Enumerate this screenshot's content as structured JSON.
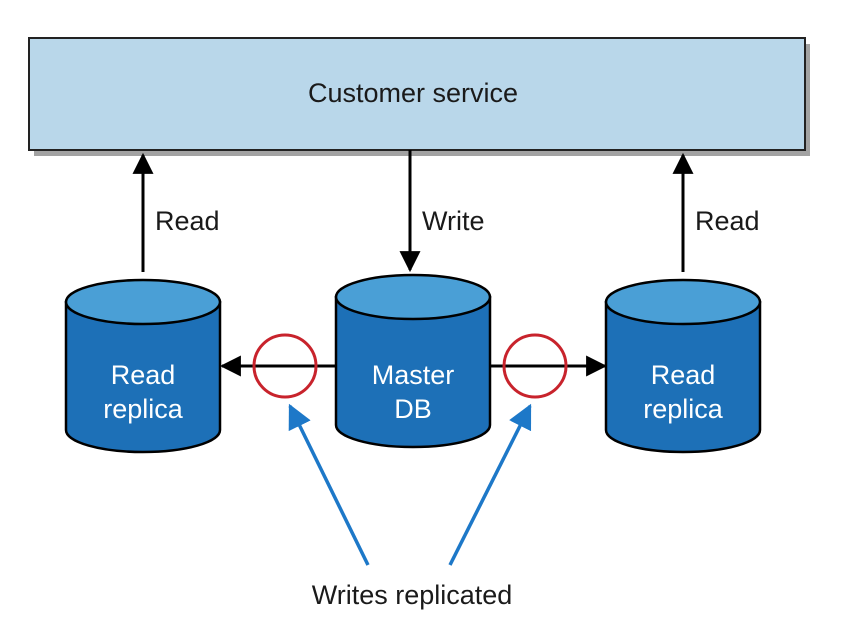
{
  "service": {
    "label": "Customer service",
    "fill": "#b9d7ea"
  },
  "databases": [
    {
      "line1": "Read",
      "line2": "replica",
      "role": "read-replica-left"
    },
    {
      "line1": "Master",
      "line2": "DB",
      "role": "master"
    },
    {
      "line1": "Read",
      "line2": "replica",
      "role": "read-replica-right"
    }
  ],
  "flows": {
    "left_read": "Read",
    "write": "Write",
    "right_read": "Read"
  },
  "annotation": {
    "label": "Writes replicated"
  },
  "colors": {
    "db_top": "#4a9fd6",
    "db_body": "#1d70b7",
    "replication_marker": "#c8232c",
    "annotation_arrow": "#1d78c8"
  }
}
